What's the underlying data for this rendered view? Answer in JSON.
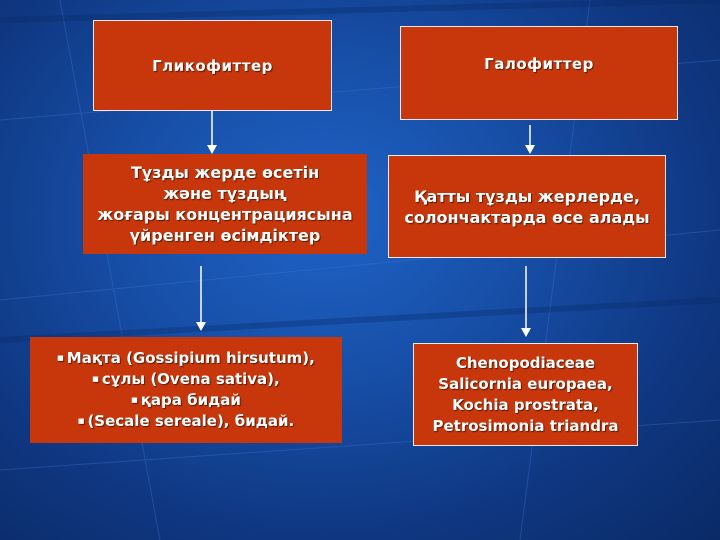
{
  "colors": {
    "background": "#174fa8",
    "box_fill": "#c8370b",
    "box_border": "#e9e9e9",
    "text": "#ffffff",
    "arrow": "#ffffff"
  },
  "glycophytes": {
    "title": "Гликофиттер",
    "description": [
      "Тұзды жерде өсетін",
      "және  тұздың",
      "жоғары концентрациясына",
      "үйренген өсімдіктер"
    ],
    "examples": [
      "Мақта (Gossipium hirsutum),",
      "сұлы (Ovena sativa),",
      "қара бидай",
      "(Secale sereale),  бидай."
    ],
    "bullet_icon": "square-bullet-icon"
  },
  "halophytes": {
    "title": "Галофиттер",
    "description": [
      "Қатты тұзды жерлерде,",
      "солончактарда  өсе алады"
    ],
    "examples": [
      "Chenopodiaceae",
      "Salicornia europaea,",
      "Kochia prostrata,",
      "Petrosimonia triandra"
    ]
  }
}
